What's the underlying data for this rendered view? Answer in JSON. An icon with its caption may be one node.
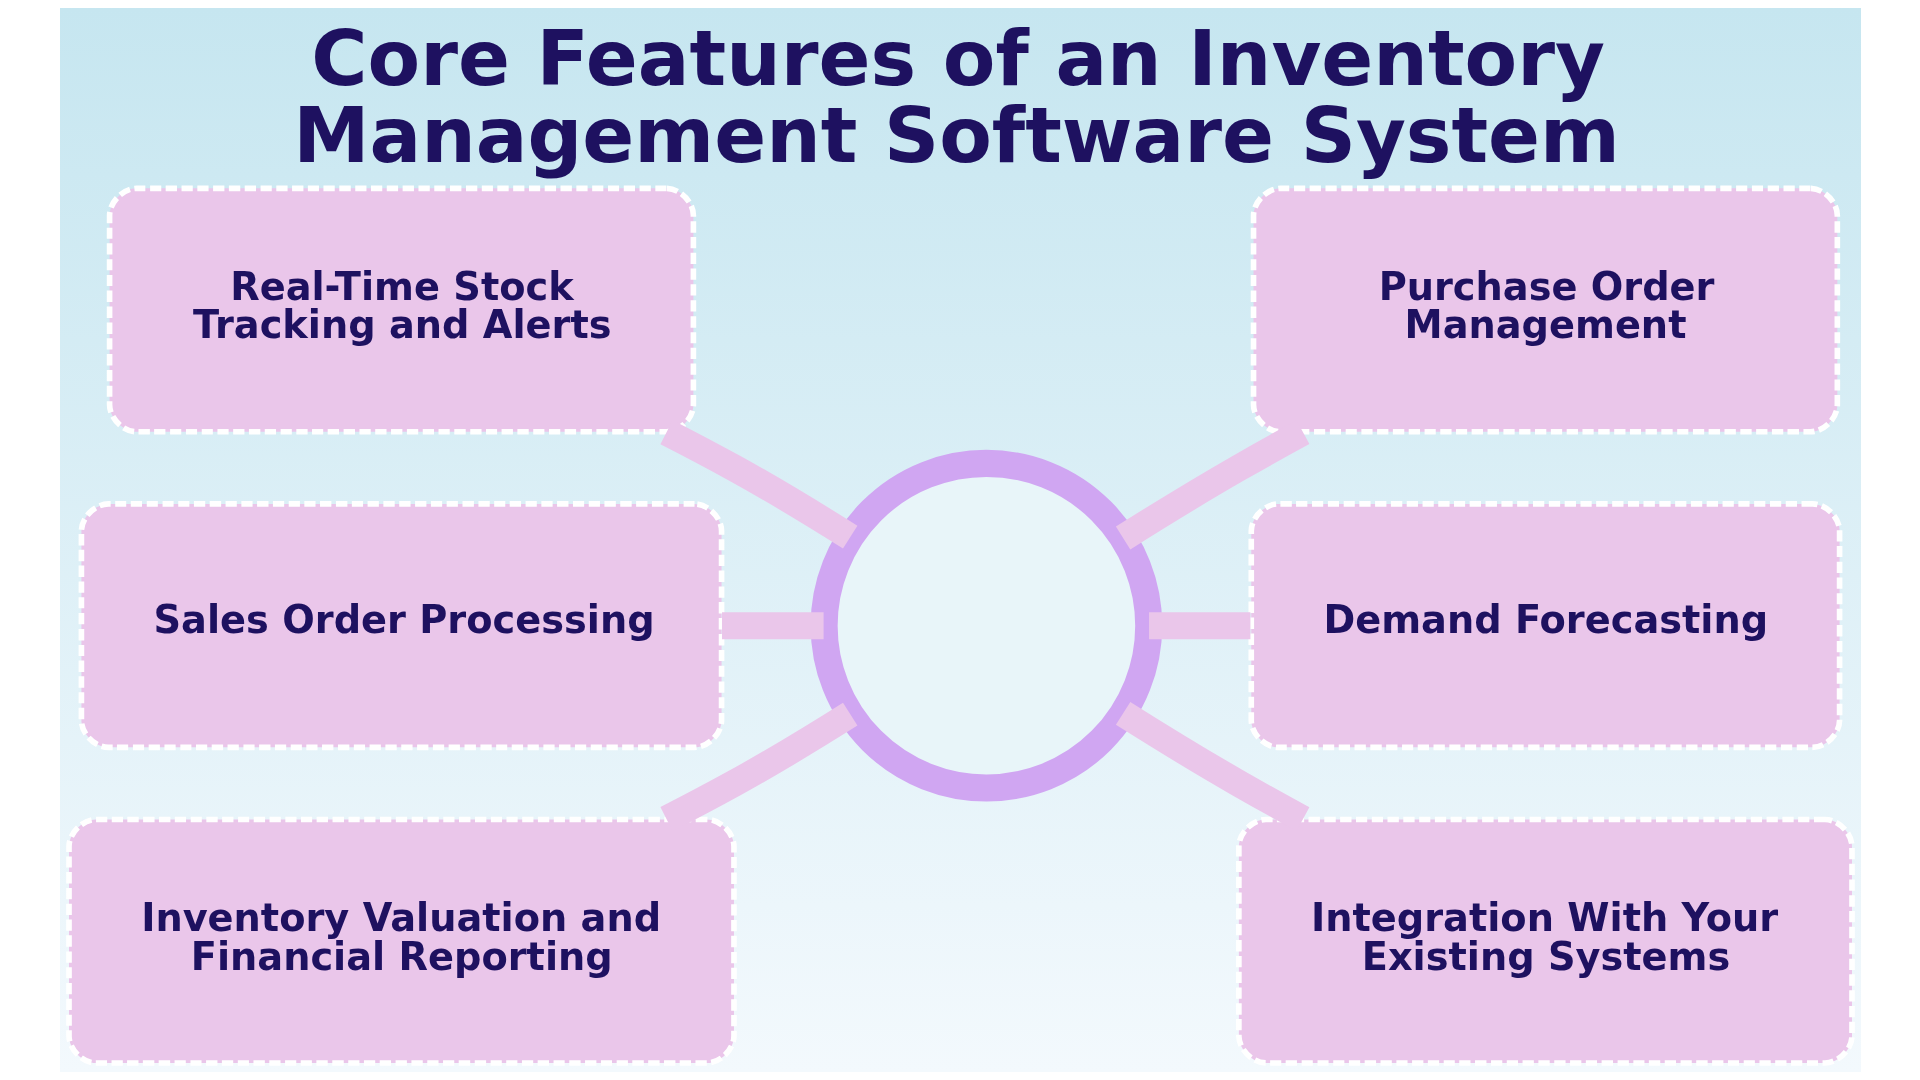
{
  "diagram": {
    "title": "Core Features of an Inventory Management Software System",
    "nodes": [
      {
        "text": [
          "Real-Time Stock Tracking and Alerts"
        ]
      },
      {
        "text": [
          "Purchase Order Management"
        ]
      },
      {
        "text": [
          "Sales Order Processing"
        ]
      },
      {
        "text": [],
        "shape": "circle"
      },
      {
        "text": [
          "Demand Forecasting"
        ]
      },
      {
        "text": [
          "Inventory Valuation and Financial Reporting"
        ]
      },
      {
        "text": [
          "Integration With Your Existing Systems"
        ]
      }
    ],
    "edges": [
      {
        "from": 0,
        "to": 3,
        "arrow": "none"
      },
      {
        "from": 3,
        "to": 1,
        "arrow": "none"
      },
      {
        "from": 2,
        "to": 3,
        "arrow": "none"
      },
      {
        "from": 3,
        "to": 4,
        "arrow": "none"
      },
      {
        "from": 5,
        "to": 3,
        "arrow": "none"
      },
      {
        "from": 3,
        "to": 6,
        "arrow": "none"
      }
    ]
  }
}
